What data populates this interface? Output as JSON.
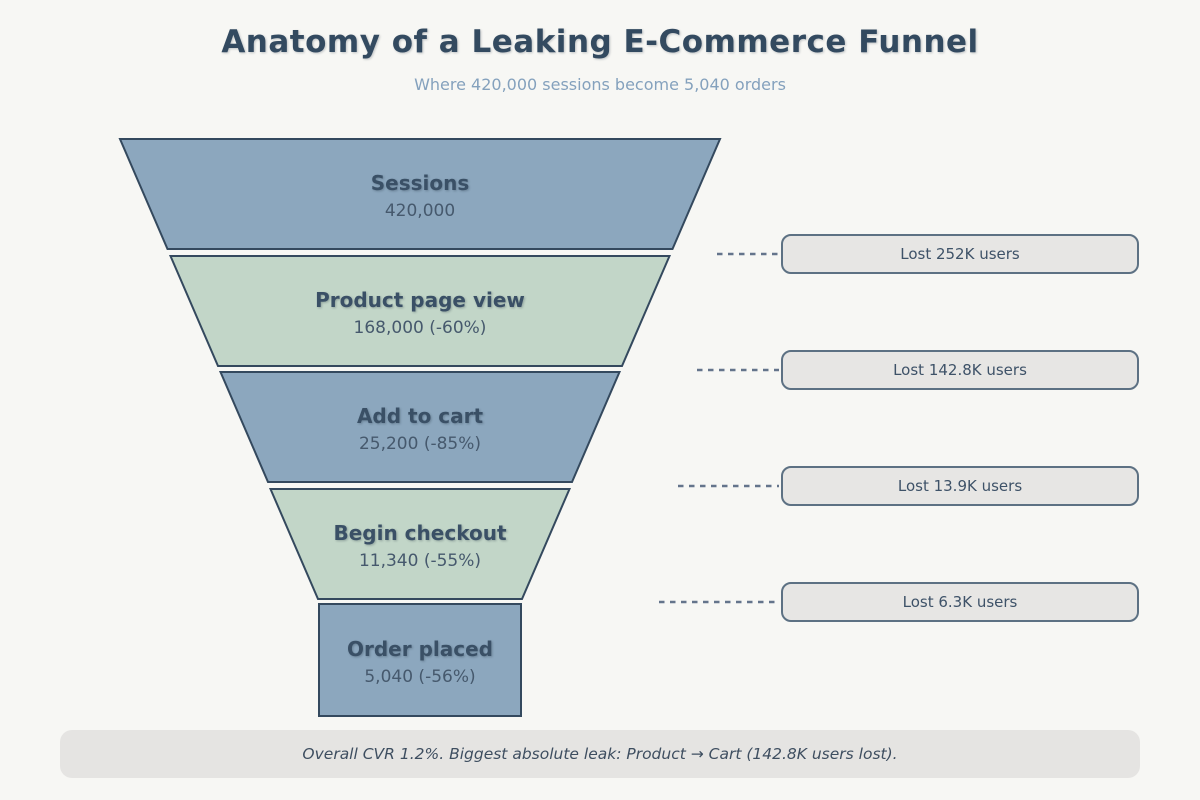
{
  "header": {
    "title": "Anatomy of a Leaking E-Commerce Funnel",
    "subtitle": "Where 420,000 sessions become 5,040 orders"
  },
  "chart_data": {
    "type": "funnel",
    "title": "Anatomy of a Leaking E-Commerce Funnel",
    "subtitle": "Where 420,000 sessions become 5,040 orders",
    "stages": [
      {
        "label": "Sessions",
        "value": 420000,
        "value_label": "420,000",
        "drop_from_prev_pct": null,
        "color_key": "stage_blue"
      },
      {
        "label": "Product page view",
        "value": 168000,
        "value_label": "168,000 (-60%)",
        "drop_from_prev_pct": -60,
        "color_key": "stage_green"
      },
      {
        "label": "Add to cart",
        "value": 25200,
        "value_label": "25,200 (-85%)",
        "drop_from_prev_pct": -85,
        "color_key": "stage_blue"
      },
      {
        "label": "Begin checkout",
        "value": 11340,
        "value_label": "11,340 (-55%)",
        "drop_from_prev_pct": -55,
        "color_key": "stage_green"
      },
      {
        "label": "Order placed",
        "value": 5040,
        "value_label": "5,040 (-56%)",
        "drop_from_prev_pct": -56,
        "color_key": "stage_blue"
      }
    ],
    "losses": [
      {
        "label": "Lost 252K users"
      },
      {
        "label": "Lost 142.8K users"
      },
      {
        "label": "Lost 13.9K users"
      },
      {
        "label": "Lost 6.3K users"
      }
    ],
    "legend_position": "none",
    "grid": false
  },
  "footer": {
    "note": "Overall CVR 1.2%. Biggest absolute leak: Product → Cart (142.8K users lost)."
  },
  "colors": {
    "background": "#f7f7f4",
    "stage_blue": "#8ca7be",
    "stage_green": "#c2d6c8",
    "stage_border": "#34495e",
    "title_text": "#334a60",
    "subtitle_text": "#84a1bd",
    "stage_label_text": "#3a5066",
    "stage_value_text": "#46596d",
    "badge_fill": "#e7e6e4",
    "badge_border": "#5d7183",
    "badge_text": "#3e5268",
    "connector": "#64748b",
    "footer_fill": "#e5e4e2",
    "footer_text": "#3e4e60"
  }
}
